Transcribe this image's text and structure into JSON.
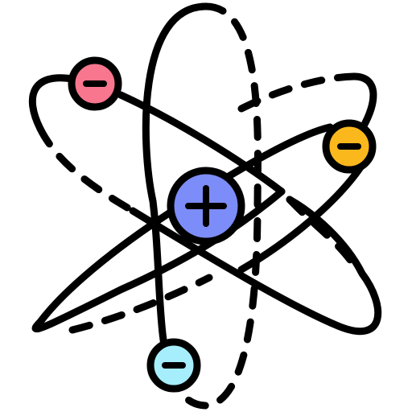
{
  "atom": {
    "nucleus": {
      "charge_symbol": "+",
      "color": "#7C8CF8"
    },
    "electrons": [
      {
        "id": "electron-top-left",
        "charge_symbol": "−",
        "color": "#F8768E"
      },
      {
        "id": "electron-right",
        "charge_symbol": "−",
        "color": "#FBB81C"
      },
      {
        "id": "electron-bottom",
        "charge_symbol": "−",
        "color": "#A6EEFC"
      }
    ],
    "outline_color": "#000000",
    "background": "#FFFFFF"
  }
}
